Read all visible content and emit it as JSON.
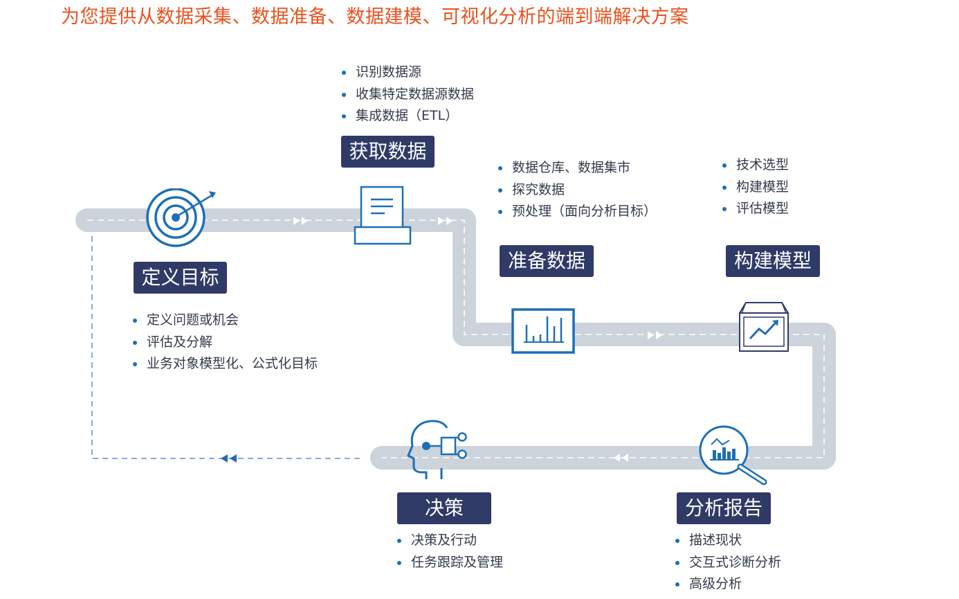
{
  "title": "为您提供从数据采集、数据准备、数据建模、可视化分析的端到端解决方案",
  "colors": {
    "title": "#e8521f",
    "label_bg": "#2f3a67",
    "icon_blue": "#1c6fb6",
    "road": "#ccd3da"
  },
  "stages": {
    "define": {
      "label": "定义目标",
      "icon": "target-icon",
      "bullets": [
        "定义问题或机会",
        "评估及分解",
        "业务对象模型化、公式化目标"
      ]
    },
    "acquire": {
      "label": "获取数据",
      "icon": "document-icon",
      "bullets": [
        "识别数据源",
        "收集特定数据源数据",
        "集成数据（ETL）"
      ]
    },
    "prepare": {
      "label": "准备数据",
      "icon": "bar-chart-icon",
      "bullets": [
        "数据仓库、数据集市",
        "探究数据",
        "预处理（面向分析目标）"
      ]
    },
    "model": {
      "label": "构建模型",
      "icon": "model-box-icon",
      "bullets": [
        "技术选型",
        "构建模型",
        "评估模型"
      ]
    },
    "report": {
      "label": "分析报告",
      "icon": "magnifier-chart-icon",
      "bullets": [
        "描述现状",
        "交互式诊断分析",
        "高级分析"
      ]
    },
    "decide": {
      "label": "决策",
      "icon": "ai-head-icon",
      "bullets": [
        "决策及行动",
        "任务跟踪及管理"
      ]
    }
  }
}
